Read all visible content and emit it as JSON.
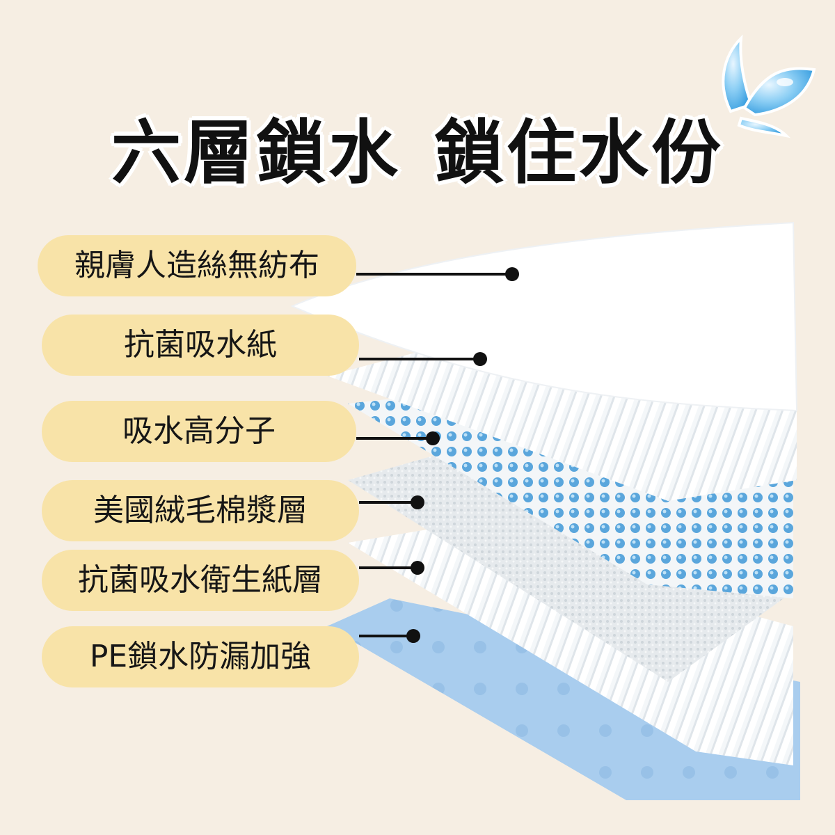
{
  "title": {
    "part1": "六層鎖水",
    "part2": "鎖住水份"
  },
  "layers": [
    {
      "label": "親膚人造絲無紡布"
    },
    {
      "label": "抗菌吸水紙"
    },
    {
      "label": "吸水高分子"
    },
    {
      "label": "美國絨毛棉漿層"
    },
    {
      "label": "抗菌吸水衛生紙層"
    },
    {
      "label": "PE鎖水防漏加強"
    }
  ],
  "colors": {
    "background": "#f6eee3",
    "pill": "#f8e3a8",
    "water_blue": "#5aa6dc",
    "pe_blue": "#a9cdee"
  },
  "icons": [
    "water-splash-icon"
  ]
}
